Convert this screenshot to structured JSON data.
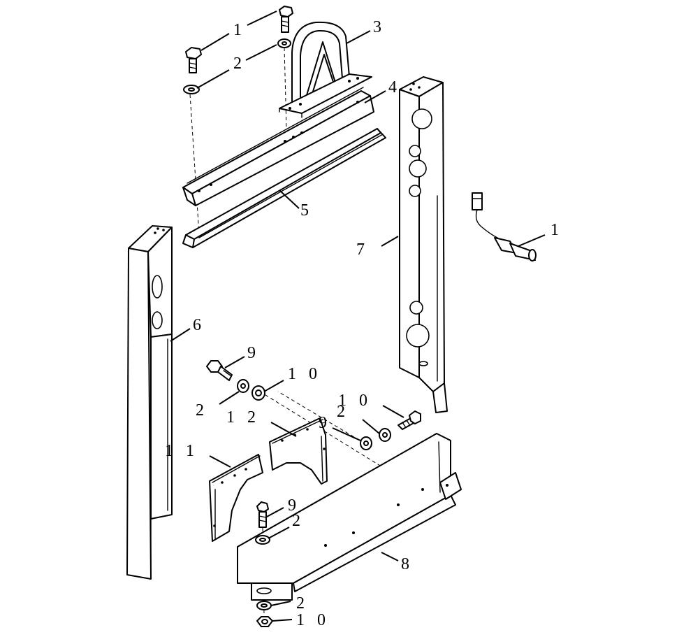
{
  "callouts": {
    "c1": "1",
    "c2": "2",
    "c3": "3",
    "c4": "4",
    "c5": "5",
    "c6": "6",
    "c7": "7",
    "c8": "8",
    "c9": "9",
    "c10": "1 0",
    "c11": "1 1",
    "c12": "1 2",
    "c13": "1"
  }
}
